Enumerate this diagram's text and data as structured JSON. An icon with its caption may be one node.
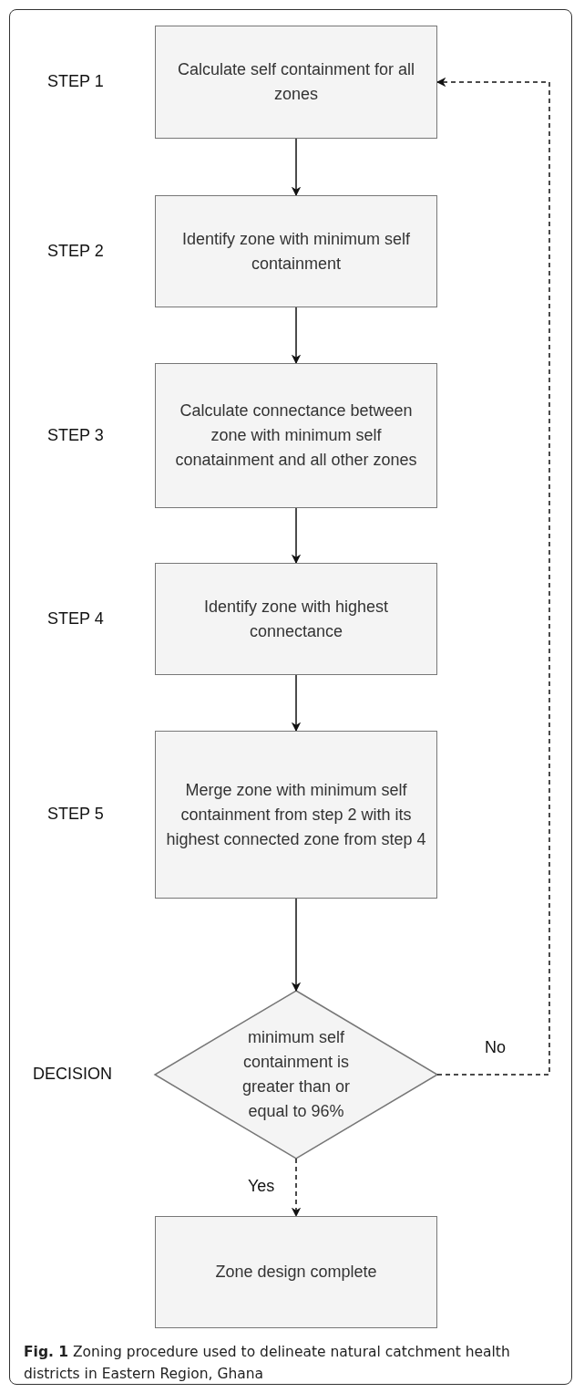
{
  "diagram": {
    "caption": "**Fig. 1**  Zoning procedure used to delineate natural catchment health districts in Eastern Region, Ghana",
    "nodes": [
      {
        "text": [
          "Calculate self containment for all zones"
        ],
        "beside": [
          "STEP 1"
        ]
      },
      {
        "text": [
          "Identify zone with minimum self containment"
        ],
        "beside": [
          "STEP 2"
        ]
      },
      {
        "text": [
          "Calculate connectance between zone with minimum self conatainment and all other zones"
        ],
        "beside": [
          "STEP 3"
        ]
      },
      {
        "text": [
          "Identify zone with highest connectance"
        ],
        "beside": [
          "STEP 4"
        ]
      },
      {
        "text": [
          "Merge zone with minimum self containment from step 2 with its highest connected zone from step 4"
        ],
        "beside": [
          "STEP 5"
        ]
      },
      {
        "text": [
          "minimum self containment is greater than or equal to 96%"
        ],
        "beside": [
          "DECISION"
        ]
      },
      {
        "text": [
          "Zone design complete"
        ]
      }
    ],
    "edges": [
      {
        "from": 0,
        "to": 1,
        "arrow": "to"
      },
      {
        "from": 1,
        "to": 2,
        "arrow": "to"
      },
      {
        "from": 2,
        "to": 3,
        "arrow": "to"
      },
      {
        "from": 3,
        "to": 4,
        "arrow": "to"
      },
      {
        "from": 4,
        "to": 5,
        "arrow": "to"
      },
      {
        "from": 5,
        "to": 0,
        "arrow": "to",
        "label": "No",
        "style": "dashed"
      },
      {
        "from": 5,
        "to": 6,
        "arrow": "to",
        "label": "Yes",
        "style": "dashed"
      }
    ]
  }
}
